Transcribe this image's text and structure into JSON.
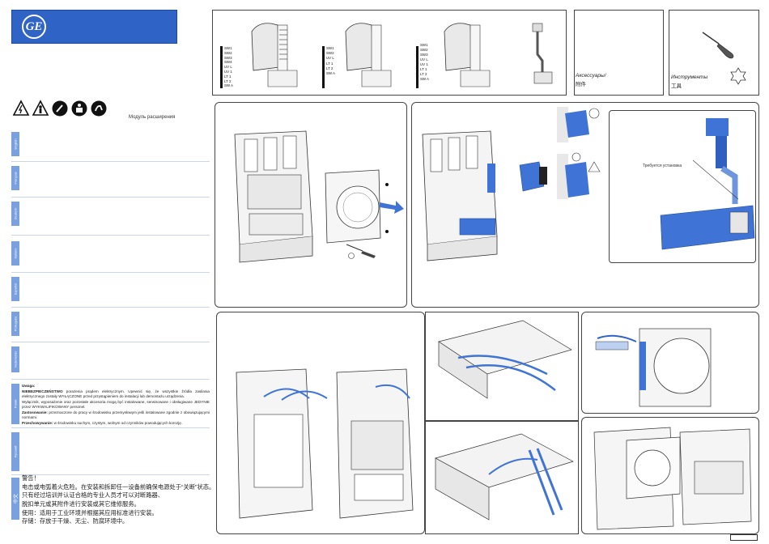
{
  "brand": {
    "logo_text": "GE"
  },
  "module_label": "Модуль расширения",
  "language_tabs": [
    "English",
    "Français",
    "Deutsch",
    "Italiano",
    "Español",
    "Português",
    "Nederlands",
    "Polski",
    "Русский",
    "中文"
  ],
  "polish": {
    "heading": "Uwaga:",
    "danger_label": "NIEBEZPIECZEŃSTWO",
    "danger_text": " porażenia prądem elektrycznym. Upewnić się, że wszystkie źródła zasilania elektrycznego zostały WYŁĄCZONE przed przystąpieniem do instalacji lub demontażu urządzenia.",
    "line2": "Wyłącznik, wyposażenie oraz pozostałe akcesoria mogą być instalowane, serwisowane i obsługiwane JEDYNIE przez WYKWALIFIKOWANY personel.",
    "use_label": "Zastosowanie:",
    "use_text": " przeznaczone do pracy w środowisku przemysłowym jeśli instalowane zgodnie z obowiązującymi normami.",
    "storage_label": "Przechowywanie:",
    "storage_text": " w środowisku suchym, czystym, wolnym od czynników powodujących korozję."
  },
  "chinese": {
    "lines": [
      "警告！",
      "电击或电弧着火危险。在安装和拆卸任一设备前确保电源处于“关断”状态。",
      "只有经过培训并认证合格的专业人员才可以对断路器、",
      "脱扣单元或其附件进行安装或其它维修服务。",
      "使用：适用于工业环境并根据其应用标准进行安装。",
      "存储：存放于干燥、无尘、防腐环境中。"
    ]
  },
  "accessories": {
    "ru": "Аксессуары/",
    "zh": "附件"
  },
  "tools": {
    "ru": "Инструменты",
    "zh": "工具"
  },
  "install_required": "Требуется установка",
  "kit_labels": {
    "kit1": [
      "SW1",
      "SW2",
      "SW3",
      "SW4",
      "UV L",
      "UV 1",
      "LT 1",
      "LT 2",
      "SW A"
    ],
    "kit2": [
      "SW1",
      "SW2",
      "UV L",
      "LT 1",
      "LT 2",
      "SW A"
    ],
    "kit3": [
      "SW1",
      "SW2",
      "SW3",
      "UV L",
      "UV 1",
      "LT 1",
      "LT 2",
      "SW A"
    ]
  },
  "colors": {
    "brand_blue": "#2f63c6",
    "tab_blue": "#7aa0de",
    "part_blue": "#3f74d6"
  }
}
